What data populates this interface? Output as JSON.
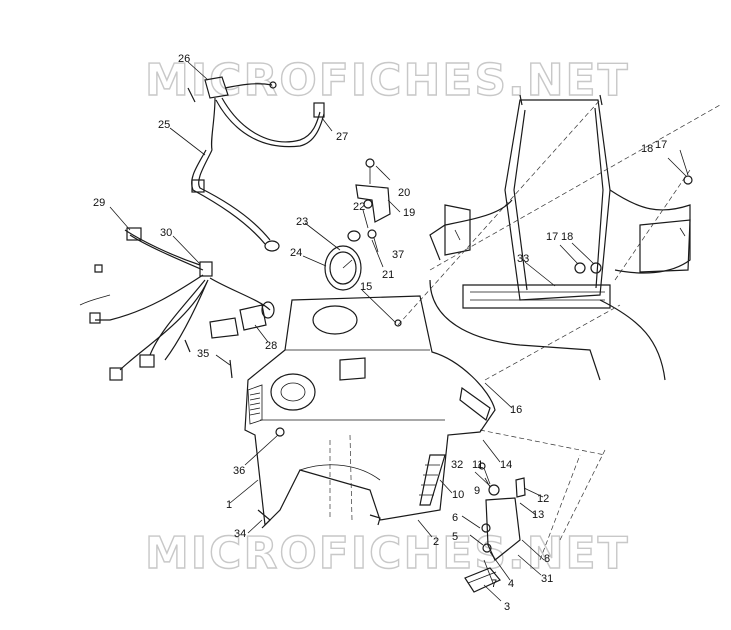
{
  "watermark": {
    "top": "MICROFICHES.NET",
    "bottom": "MICROFICHES.NET"
  },
  "callouts": [
    {
      "id": "c1",
      "text": "1"
    },
    {
      "id": "c2",
      "text": "2"
    },
    {
      "id": "c3",
      "text": "3"
    },
    {
      "id": "c4",
      "text": "4"
    },
    {
      "id": "c5",
      "text": "5"
    },
    {
      "id": "c6",
      "text": "6"
    },
    {
      "id": "c7",
      "text": "7"
    },
    {
      "id": "c8",
      "text": "8"
    },
    {
      "id": "c9",
      "text": "9"
    },
    {
      "id": "c10",
      "text": "10"
    },
    {
      "id": "c11",
      "text": "11"
    },
    {
      "id": "c12",
      "text": "12"
    },
    {
      "id": "c13",
      "text": "13"
    },
    {
      "id": "c14",
      "text": "14"
    },
    {
      "id": "c15",
      "text": "15"
    },
    {
      "id": "c16",
      "text": "16"
    },
    {
      "id": "c17a",
      "text": "17"
    },
    {
      "id": "c17b",
      "text": "17"
    },
    {
      "id": "c18a",
      "text": "18"
    },
    {
      "id": "c18b",
      "text": "18"
    },
    {
      "id": "c19",
      "text": "19"
    },
    {
      "id": "c20",
      "text": "20"
    },
    {
      "id": "c21",
      "text": "21"
    },
    {
      "id": "c22",
      "text": "22"
    },
    {
      "id": "c23",
      "text": "23"
    },
    {
      "id": "c24",
      "text": "24"
    },
    {
      "id": "c25",
      "text": "25"
    },
    {
      "id": "c26",
      "text": "26"
    },
    {
      "id": "c27",
      "text": "27"
    },
    {
      "id": "c28",
      "text": "28"
    },
    {
      "id": "c29",
      "text": "29"
    },
    {
      "id": "c30",
      "text": "30"
    },
    {
      "id": "c31",
      "text": "31"
    },
    {
      "id": "c32",
      "text": "32"
    },
    {
      "id": "c33",
      "text": "33"
    },
    {
      "id": "c34",
      "text": "34"
    },
    {
      "id": "c35",
      "text": "35"
    },
    {
      "id": "c36",
      "text": "36"
    },
    {
      "id": "c37",
      "text": "37"
    }
  ]
}
